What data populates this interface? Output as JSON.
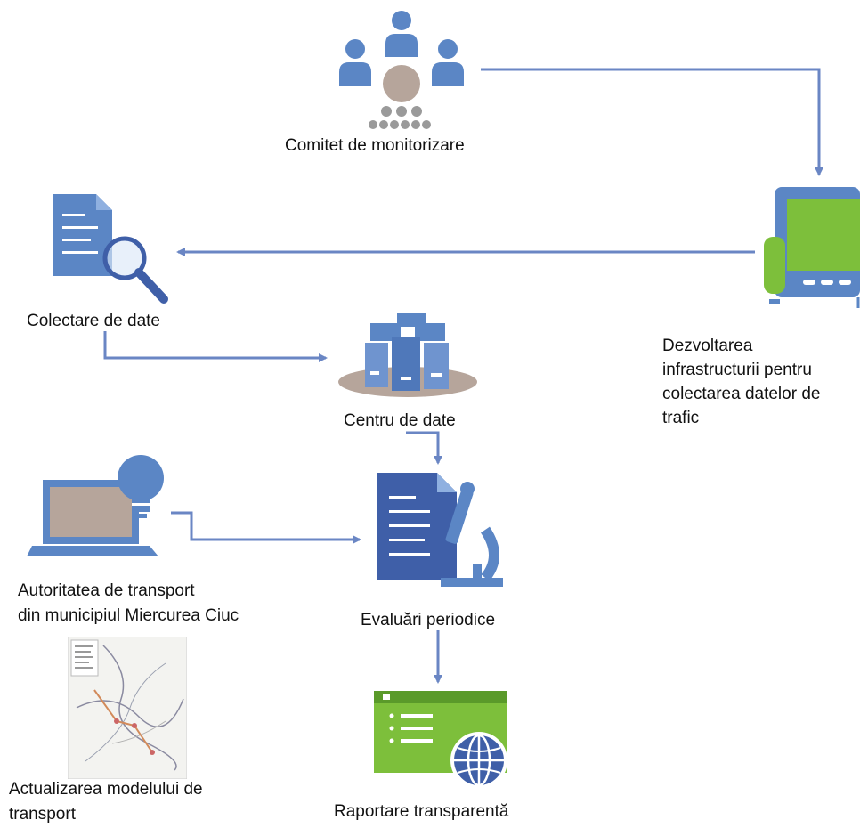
{
  "colors": {
    "blue": "#5b86c5",
    "dark_blue": "#3f5fa8",
    "green": "#7dbf3b",
    "taupe": "#b6a59b",
    "arrow": "#6a86c4",
    "grey_dots": "#9a9a9a"
  },
  "nodes": {
    "comitet": {
      "label": "Comitet de monitorizare",
      "icon": "people-group-icon"
    },
    "colectare": {
      "label": "Colectare de date",
      "icon": "document-search-icon"
    },
    "dezvoltarea": {
      "label_lines": [
        "Dezvoltarea",
        "infrastructurii pentru",
        "colectarea datelor de",
        "trafic"
      ],
      "icon": "traffic-counter-device-icon"
    },
    "centru": {
      "label": "Centru de date",
      "icon": "data-center-icon"
    },
    "autoritatea": {
      "label_lines": [
        "Autoritatea de transport",
        "din municipiul Miercurea Ciuc"
      ],
      "icon": "laptop-lightbulb-icon"
    },
    "evaluari": {
      "label": "Evaluări periodice",
      "icon": "document-microscope-icon"
    },
    "actualizarea": {
      "label_lines": [
        "Actualizarea modelului de",
        "transport"
      ],
      "icon": "transport-map-image"
    },
    "raportare": {
      "label": "Raportare transparentă",
      "icon": "web-report-globe-icon"
    }
  },
  "edges": [
    {
      "from": "comitet",
      "to": "dezvoltarea"
    },
    {
      "from": "dezvoltarea",
      "to": "colectare"
    },
    {
      "from": "colectare",
      "to": "centru"
    },
    {
      "from": "centru",
      "to": "evaluari"
    },
    {
      "from": "autoritatea",
      "to": "evaluari"
    },
    {
      "from": "evaluari",
      "to": "raportare"
    }
  ]
}
